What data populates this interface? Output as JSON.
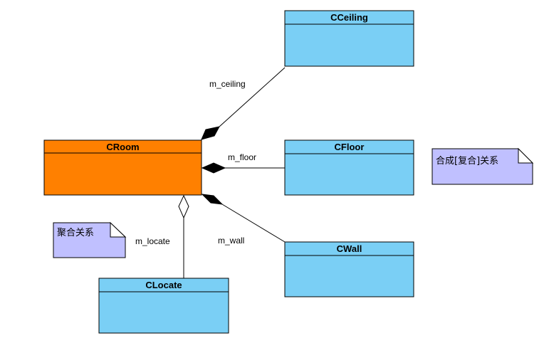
{
  "classes": {
    "room": {
      "name": "CRoom",
      "fill": "#FF8000"
    },
    "ceiling": {
      "name": "CCeiling",
      "fill": "#7ACFF5"
    },
    "floor": {
      "name": "CFloor",
      "fill": "#7ACFF5"
    },
    "wall": {
      "name": "CWall",
      "fill": "#7ACFF5"
    },
    "locate": {
      "name": "CLocate",
      "fill": "#7ACFF5"
    }
  },
  "relations": {
    "ceiling": {
      "role": "m_ceiling",
      "kind": "composition"
    },
    "floor": {
      "role": "m_floor",
      "kind": "composition"
    },
    "wall": {
      "role": "m_wall",
      "kind": "composition"
    },
    "locate": {
      "role": "m_locate",
      "kind": "aggregation"
    }
  },
  "notes": {
    "composition": {
      "text": "合成[复合]关系",
      "fill": "#C0C0FF"
    },
    "aggregation": {
      "text": "聚合关系",
      "fill": "#C0C0FF"
    }
  }
}
